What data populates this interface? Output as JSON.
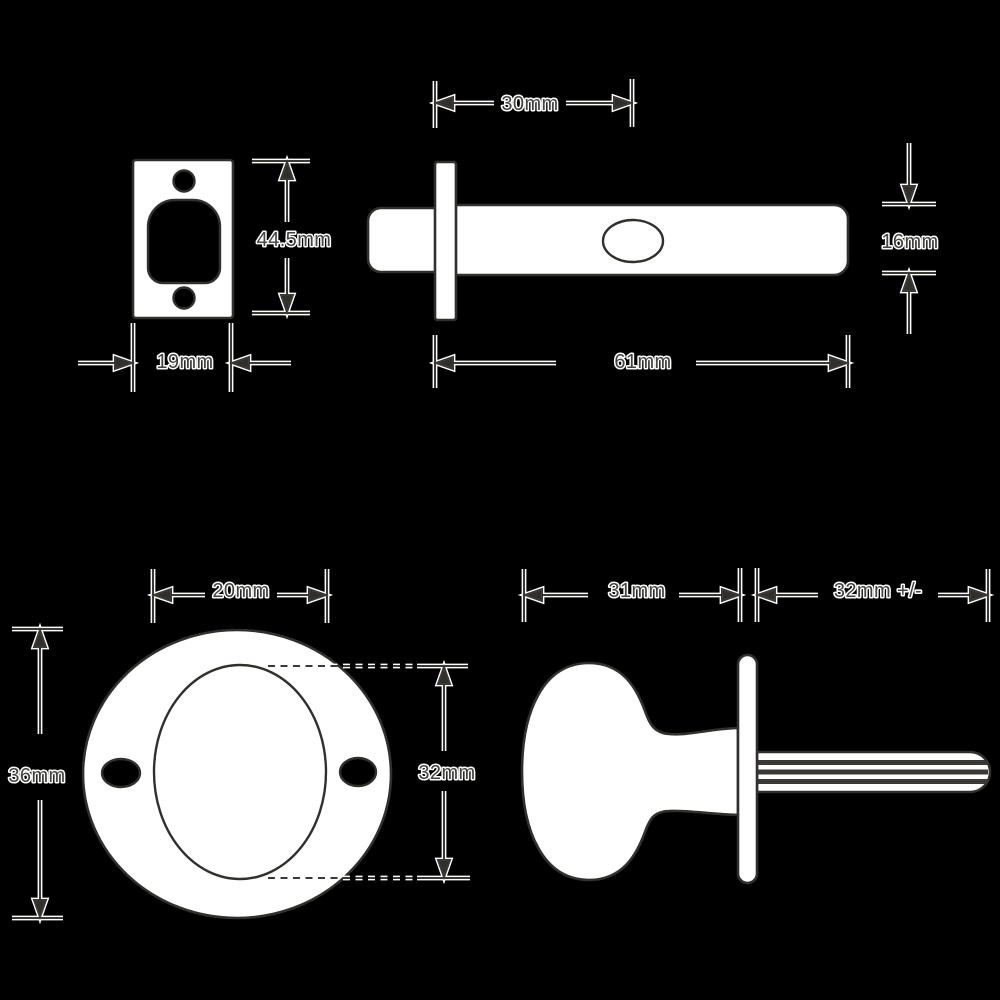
{
  "drawing": {
    "type": "technical-dimension-diagram",
    "subject": "privacy bolt with thumbturn knob - four orthographic views",
    "colors": {
      "background": "#000000",
      "line": "#3b3935",
      "shape_fill": "#ffffff",
      "label_text": "#454340"
    }
  },
  "labels": {
    "backset": "30mm",
    "faceplate_height": "44.5mm",
    "faceplate_width": "19mm",
    "latch_height": "16mm",
    "latch_length": "61mm",
    "rose_oval_width": "20mm",
    "rose_diameter": "36mm",
    "rose_oval_height": "32mm",
    "knob_depth": "31mm",
    "spindle_length": "32mm +/-"
  }
}
